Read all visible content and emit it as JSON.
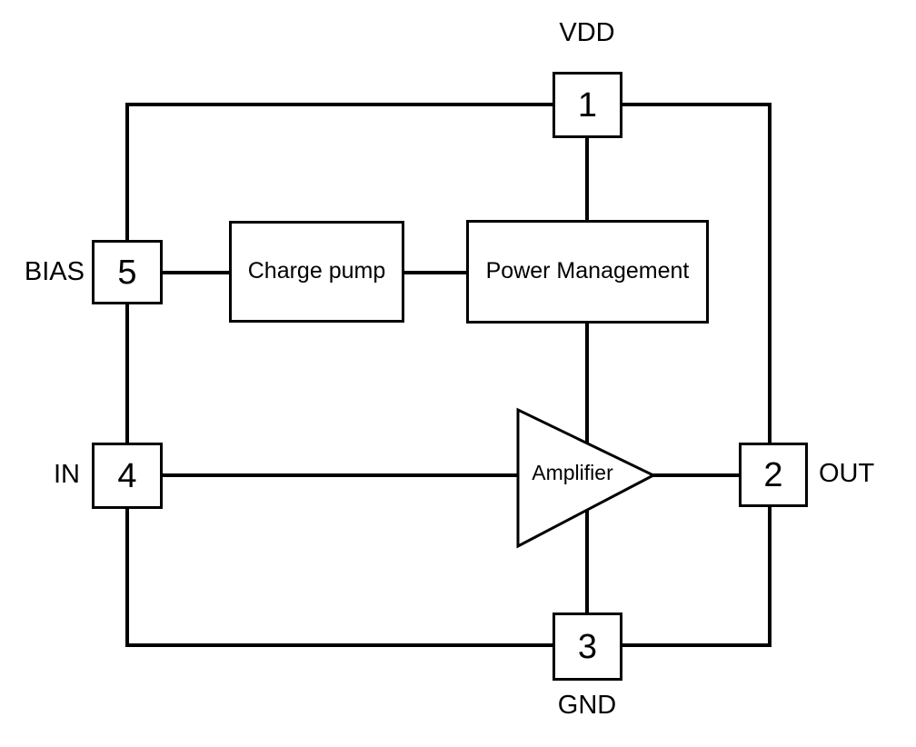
{
  "diagram": {
    "title": "amplifier-ic-block-diagram",
    "pins": {
      "pin1": {
        "number": "1",
        "label": "VDD"
      },
      "pin2": {
        "number": "2",
        "label": "OUT"
      },
      "pin3": {
        "number": "3",
        "label": "GND"
      },
      "pin4": {
        "number": "4",
        "label": "IN"
      },
      "pin5": {
        "number": "5",
        "label": "BIAS"
      }
    },
    "blocks": {
      "charge_pump": "Charge pump",
      "power_management": "Power Management",
      "amplifier": "Amplifier"
    },
    "colors": {
      "line": "#000000",
      "background": "#ffffff"
    }
  }
}
